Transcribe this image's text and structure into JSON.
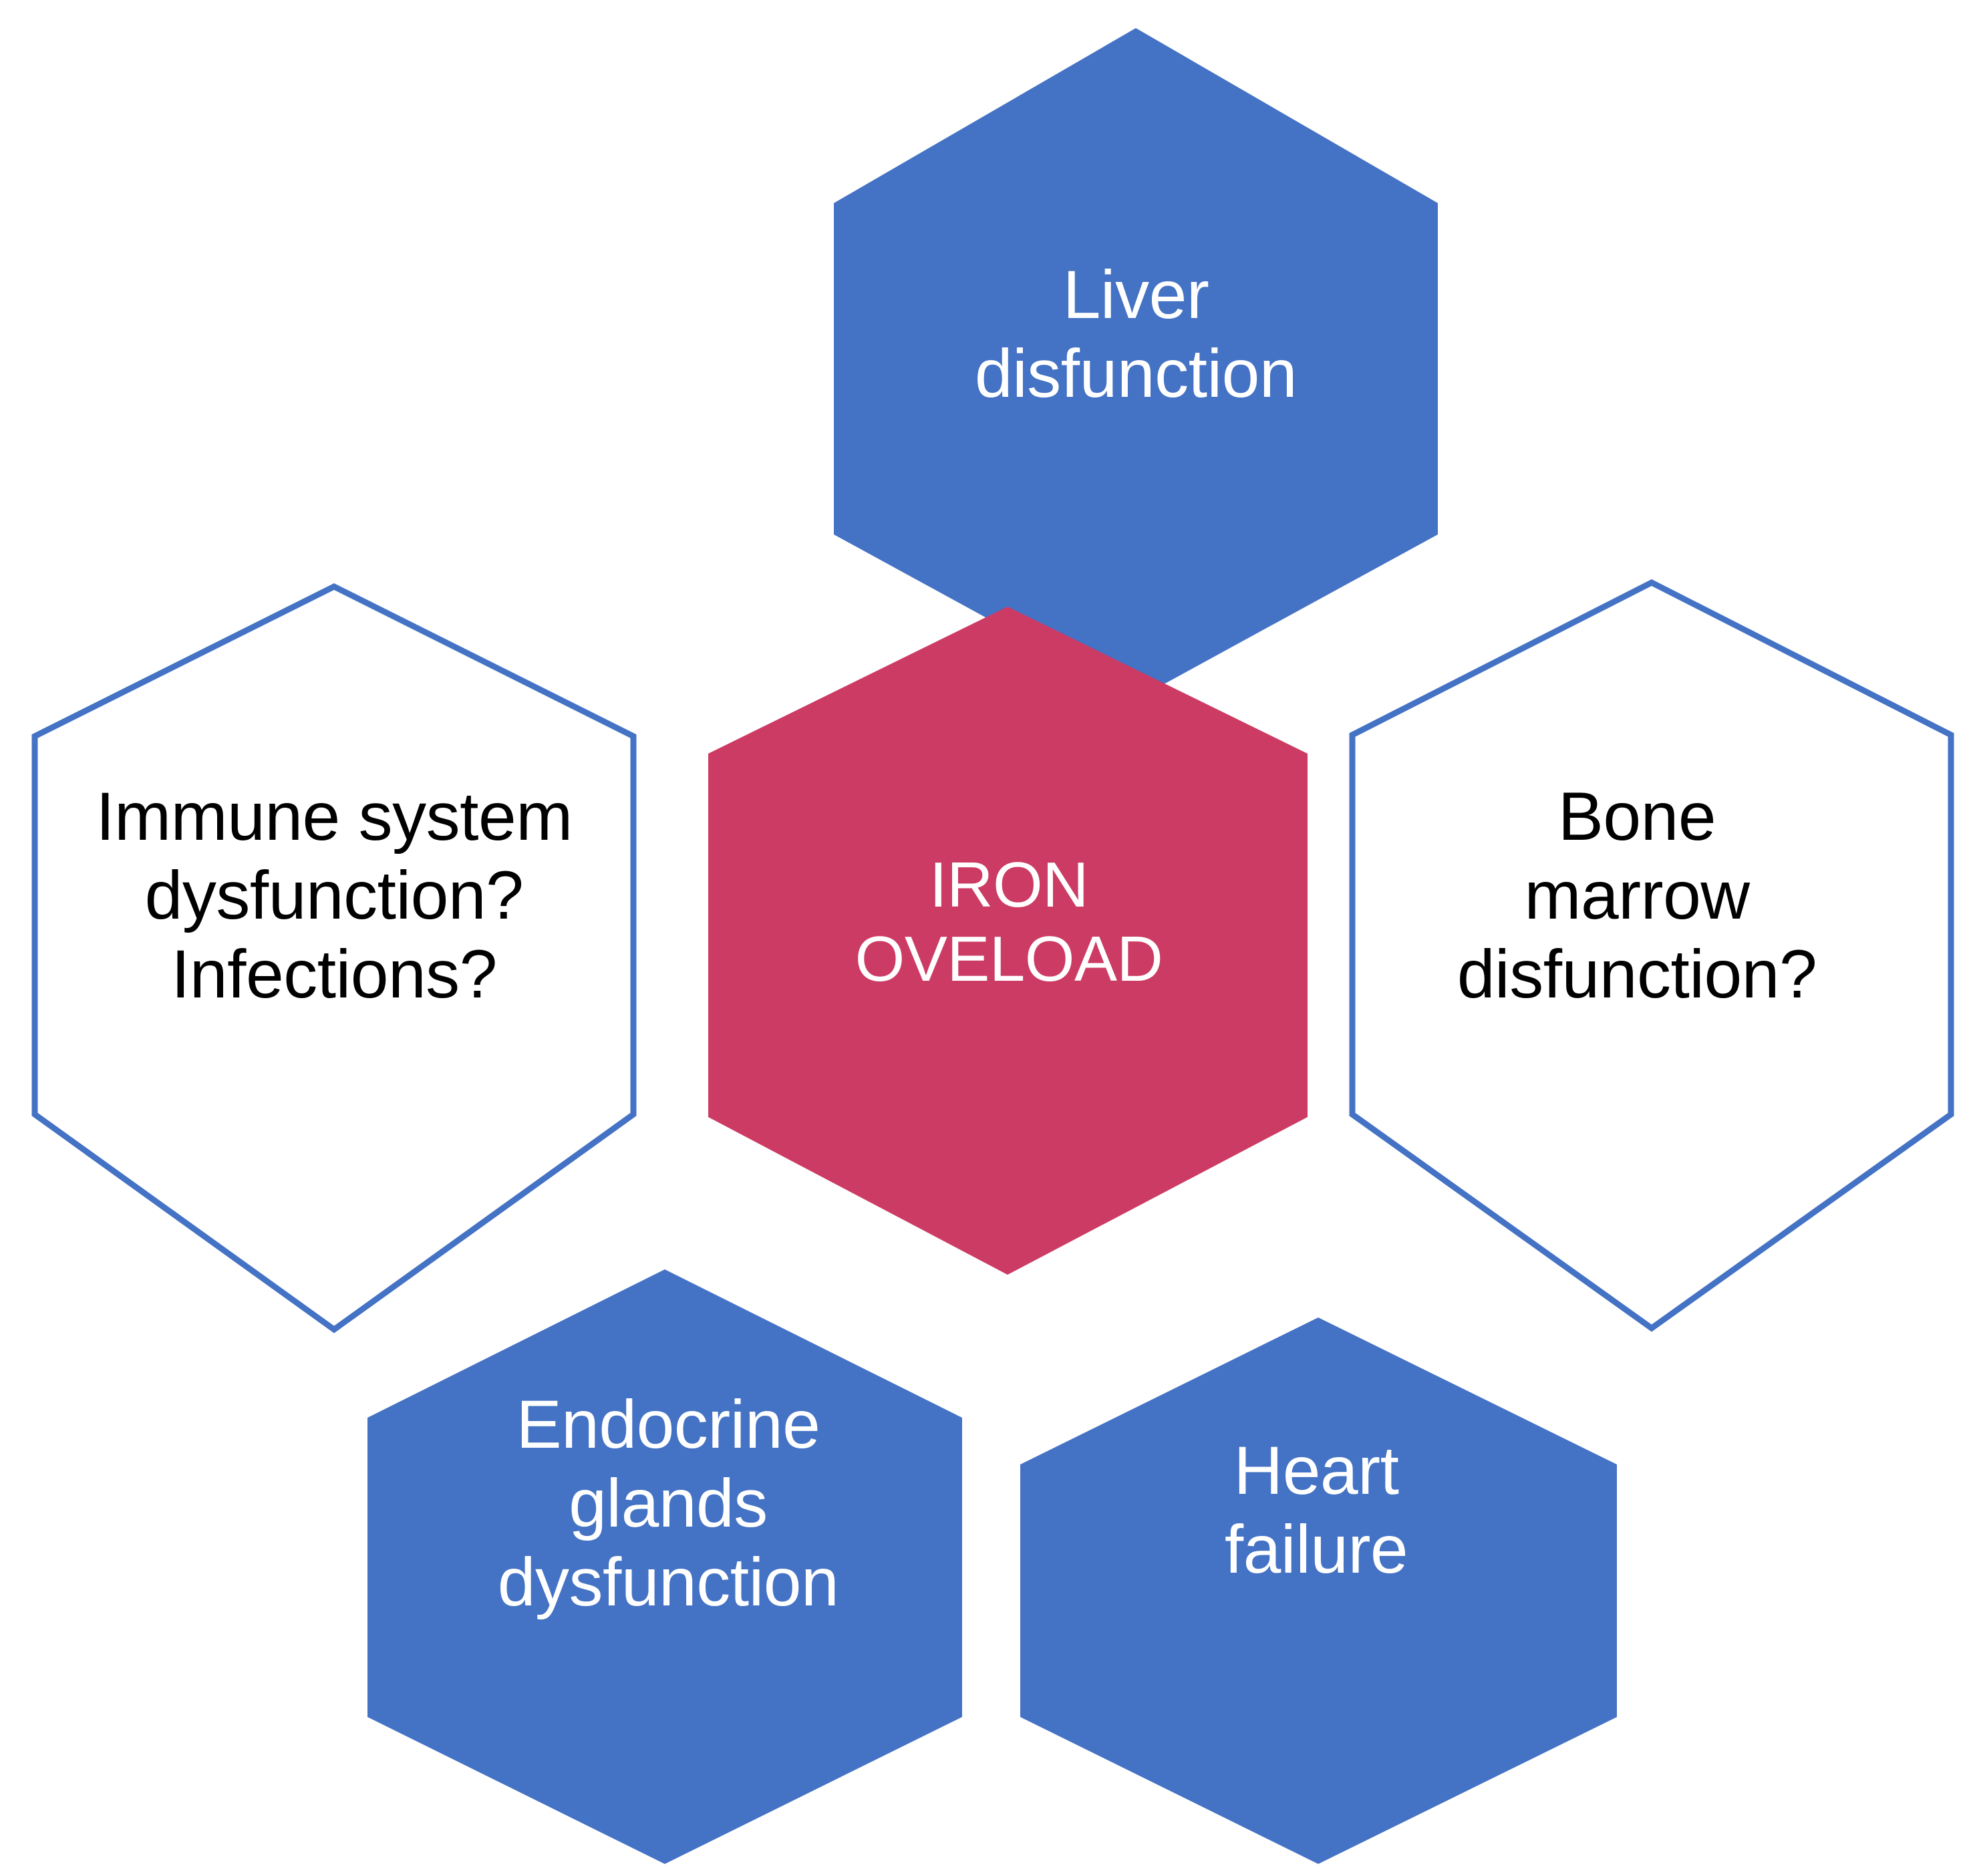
{
  "diagram": {
    "type": "honeycomb-hexagon-cluster",
    "title": "Iron overload consequences",
    "background_color": "#FFFFFF",
    "palette": {
      "accent_blue": "#4472C4",
      "accent_red": "#CC3B64",
      "outline_blue": "#4472C4",
      "text_on_fill": "#FFFFFF",
      "text_on_white": "#000000"
    },
    "center": {
      "id": "iron-overload",
      "label_lines": [
        "IRON",
        "OVELOAD"
      ],
      "label": "IRON OVELOAD",
      "fill": "#CC3B64",
      "style": "filled",
      "text_color": "#FFFFFF"
    },
    "nodes": [
      {
        "id": "liver-disfunction",
        "position": "top",
        "label_lines": [
          "Liver",
          "disfunction"
        ],
        "label": "Liver disfunction",
        "fill": "#4472C4",
        "style": "filled",
        "text_color": "#FFFFFF"
      },
      {
        "id": "immune-system",
        "position": "left",
        "label_lines": [
          "Immune system",
          "dysfunction?",
          "Infections?"
        ],
        "label": "Immune system dysfunction? Infections?",
        "fill": "#FFFFFF",
        "style": "outline",
        "stroke": "#4472C4",
        "text_color": "#000000"
      },
      {
        "id": "bone-marrow",
        "position": "right",
        "label_lines": [
          "Bone",
          "marrow",
          "disfunction?"
        ],
        "label": "Bone marrow disfunction?",
        "fill": "#FFFFFF",
        "style": "outline",
        "stroke": "#4472C4",
        "text_color": "#000000"
      },
      {
        "id": "endocrine-glands",
        "position": "bottom-left",
        "label_lines": [
          "Endocrine",
          "glands",
          "dysfunction"
        ],
        "label": "Endocrine glands dysfunction",
        "fill": "#4472C4",
        "style": "filled",
        "text_color": "#FFFFFF"
      },
      {
        "id": "heart-failure",
        "position": "bottom-right",
        "label_lines": [
          "Heart",
          "failure"
        ],
        "label": "Heart failure",
        "fill": "#4472C4",
        "style": "filled",
        "text_color": "#FFFFFF"
      }
    ]
  }
}
